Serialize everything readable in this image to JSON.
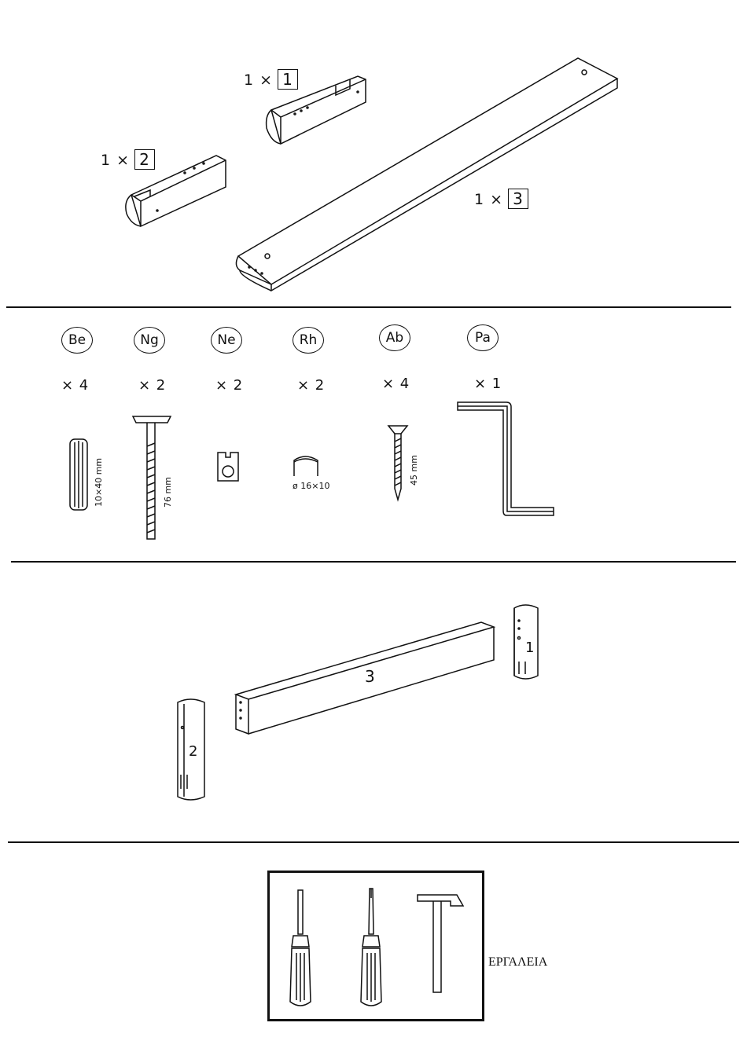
{
  "parts": [
    {
      "qty": "1 ×",
      "num": "1"
    },
    {
      "qty": "1 ×",
      "num": "2"
    },
    {
      "qty": "1 ×",
      "num": "3"
    }
  ],
  "hardware": [
    {
      "code": "Be",
      "count": "× 4",
      "label": "10×40 mm"
    },
    {
      "code": "Ng",
      "count": "× 2",
      "label": "76 mm"
    },
    {
      "code": "Ne",
      "count": "× 2"
    },
    {
      "code": "Rh",
      "count": "× 2",
      "label": "ø 16×10"
    },
    {
      "code": "Ab",
      "count": "× 4",
      "label": "45 mm"
    },
    {
      "code": "Pa",
      "count": "× 1"
    }
  ],
  "assembly": {
    "labels": [
      "3",
      "1",
      "2"
    ]
  },
  "tools": {
    "label": "ΕΡΓΑΛΕΙΑ",
    "icons": [
      "flat-screwdriver-icon",
      "phillips-screwdriver-icon",
      "hammer-icon"
    ]
  }
}
